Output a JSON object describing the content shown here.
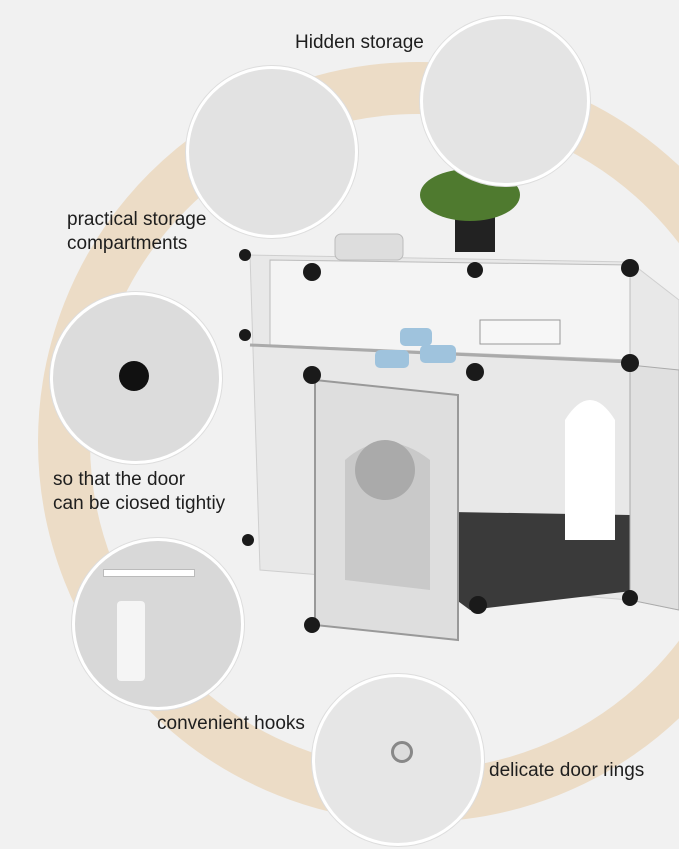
{
  "labels": {
    "hidden_storage": "Hidden storage",
    "practical_1": "practical storage",
    "practical_2": "compartments",
    "door_1": "so that the door",
    "door_2": "can be ciosed tightiy",
    "hooks": "convenient hooks",
    "rings": "delicate door rings"
  },
  "colors": {
    "ring": "#ecdcc6",
    "background": "#f1f1f1",
    "panel": "#e9e9e9",
    "connector": "#1a1a1a"
  }
}
